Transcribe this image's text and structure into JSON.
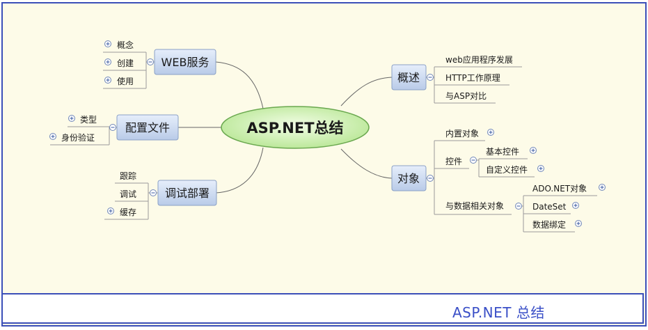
{
  "central": "ASP.NET总结",
  "footer_title": "ASP.NET 总结",
  "branches": {
    "web": {
      "label": "WEB服务",
      "children": [
        "概念",
        "创建",
        "使用"
      ]
    },
    "config": {
      "label": "配置文件",
      "children": [
        "类型",
        "身份验证"
      ]
    },
    "debug": {
      "label": "调试部署",
      "children": [
        "跟踪",
        "调试",
        "缓存"
      ]
    },
    "overview": {
      "label": "概述",
      "children": [
        "web应用程序发展",
        "HTTP工作原理",
        "与ASP对比"
      ]
    },
    "objects": {
      "label": "对象",
      "children": {
        "builtin": "内置对象",
        "controls": {
          "label": "控件",
          "children": [
            "基本控件",
            "自定义控件"
          ]
        },
        "data": {
          "label": "与数据相关对象",
          "children": [
            "ADO.NET对象",
            "DateSet",
            "数据绑定"
          ]
        }
      }
    }
  },
  "colors": {
    "frame": "#3b4fb8",
    "background": "#fdfbe8",
    "node_fill": "#c8d6ee",
    "central_fill": "#c6efa8",
    "footer_text": "#3a4fc7"
  }
}
